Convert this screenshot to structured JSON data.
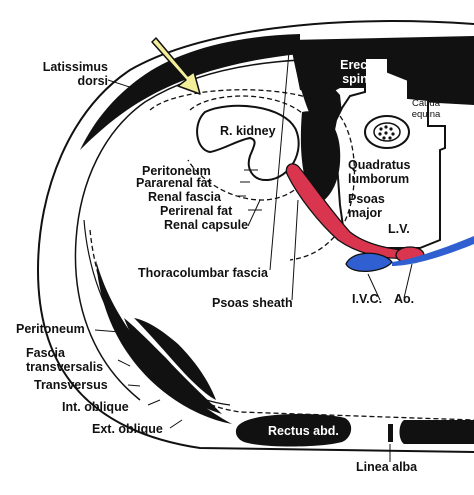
{
  "labels": {
    "latissimus_dorsi": "Latissimus\ndorsi",
    "erector_spinae": "Erector\nspinae",
    "cauda_equina": "Cauda\nequina",
    "r_kidney": "R. kidney",
    "peritoneum_upper": "Peritoneum",
    "pararenal_fat": "Pararenal fat",
    "renal_fascia": "Renal fascia",
    "perirenal_fat": "Perirenal fat",
    "renal_capsule": "Renal capsule",
    "quadratus_lumborum": "Quadratus\nlumborum",
    "psoas_major": "Psoas\nmajor",
    "lv": "L.V.",
    "thoracolumbar_fascia": "Thoracolumbar fascia",
    "psoas_sheath": "Psoas sheath",
    "ivc": "I.V.C.",
    "ao": "Ao.",
    "peritoneum_lower": "Peritoneum",
    "fascia_transversalis": "Fascia\ntransversalis",
    "transversus": "Transversus",
    "int_oblique": "Int. oblique",
    "ext_oblique": "Ext. oblique",
    "rectus_abd": "Rectus abd.",
    "linea_alba": "Linea alba"
  },
  "colors": {
    "muscle": "#111111",
    "background": "#ffffff",
    "artery": "#d9354f",
    "vein": "#2f5fd0",
    "arrow": "#f2ee9a",
    "bone_fill": "#ffffff"
  }
}
